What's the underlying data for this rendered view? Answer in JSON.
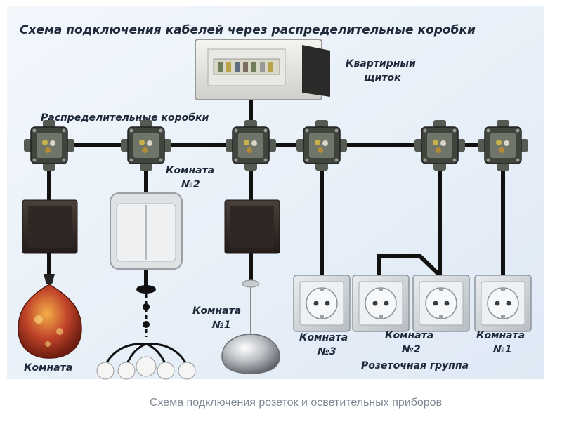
{
  "title": "Схема подключения кабелей через распределительные коробки",
  "panel_label_line1": "Квартирный",
  "panel_label_line2": "щиток",
  "boxes_label": "Распределительные коробки",
  "room2_line1": "Комната",
  "room2_line2": "№2",
  "room1_light_line1": "Комната",
  "room1_light_line2": "№1",
  "room_left": "Комната",
  "socket_room3_line1": "Комната",
  "socket_room3_line2": "№3",
  "socket_room2_line1": "Комната",
  "socket_room2_line2": "№2",
  "socket_room1_line1": "Комната",
  "socket_room1_line2": "№1",
  "socket_group": "Розеточная группа",
  "caption": "Схема подключения розеток и осветительных приборов",
  "colors": {
    "background": "#e6f0fa",
    "wire": "#111111",
    "text": "#1e2a3a",
    "caption": "#7c8793",
    "socket_frame": "#c9ced3",
    "junction_box": "#3a3f38"
  },
  "icons": [
    "electrical-panel-icon",
    "junction-box-icon",
    "light-switch-icon",
    "double-switch-icon",
    "power-socket-icon",
    "pendant-lamp-icon",
    "chandelier-icon"
  ]
}
